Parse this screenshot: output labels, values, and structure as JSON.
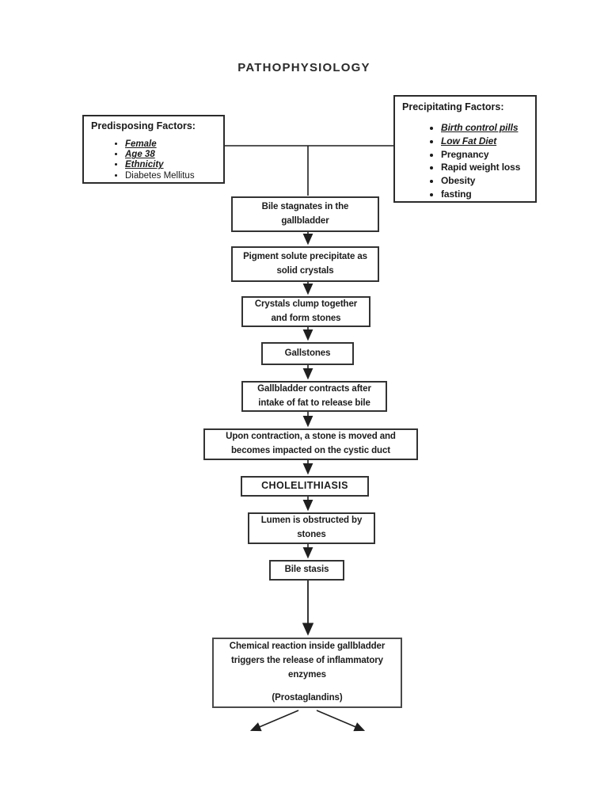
{
  "page": {
    "title": "PATHOPHYSIOLOGY"
  },
  "predisposing": {
    "heading": "Predisposing Factors:",
    "items": [
      {
        "label": "Female",
        "emphasized": true
      },
      {
        "label": "Age 38",
        "emphasized": true
      },
      {
        "label": "Ethnicity",
        "emphasized": true
      },
      {
        "label": "Diabetes Mellitus",
        "emphasized": false
      }
    ]
  },
  "precipitating": {
    "heading": "Precipitating Factors:",
    "items": [
      {
        "label": "Birth control pills",
        "emphasized": true
      },
      {
        "label": "Low Fat Diet",
        "emphasized": true
      },
      {
        "label": "Pregnancy",
        "emphasized": false
      },
      {
        "label": "Rapid weight loss",
        "emphasized": false
      },
      {
        "label": "Obesity",
        "emphasized": false
      },
      {
        "label": "fasting",
        "emphasized": false
      }
    ]
  },
  "flow": {
    "boxes": [
      {
        "id": "bile-stagnates",
        "lines": [
          "Bile stagnates in the",
          "gallbladder"
        ]
      },
      {
        "id": "pigment-precipitate",
        "lines": [
          "Pigment solute precipitate as",
          "solid crystals"
        ]
      },
      {
        "id": "crystals-clump",
        "lines": [
          "Crystals clump together",
          "and form stones"
        ]
      },
      {
        "id": "gallstones",
        "lines": [
          "Gallstones"
        ]
      },
      {
        "id": "gallbladder-contracts",
        "lines": [
          "Gallbladder contracts after",
          "intake of fat to release bile"
        ]
      },
      {
        "id": "stone-impaction",
        "lines": [
          "Upon contraction, a stone is moved and",
          "becomes impacted on the cystic duct"
        ]
      },
      {
        "id": "cholelithiasis",
        "lines": [
          "CHOLELITHIASIS"
        ]
      },
      {
        "id": "lumen-obstructed",
        "lines": [
          "Lumen is obstructed by",
          "stones"
        ]
      },
      {
        "id": "bile-stasis",
        "lines": [
          "Bile stasis"
        ]
      },
      {
        "id": "chemical-reaction",
        "lines": [
          "Chemical reaction inside gallbladder",
          "triggers the release of inflammatory",
          "enzymes"
        ],
        "subtext": "(Prostaglandins)"
      }
    ]
  },
  "colors": {
    "line": "#1f1f1f",
    "border": "#333333",
    "text": "#1c1c1c",
    "background": "#ffffff"
  }
}
